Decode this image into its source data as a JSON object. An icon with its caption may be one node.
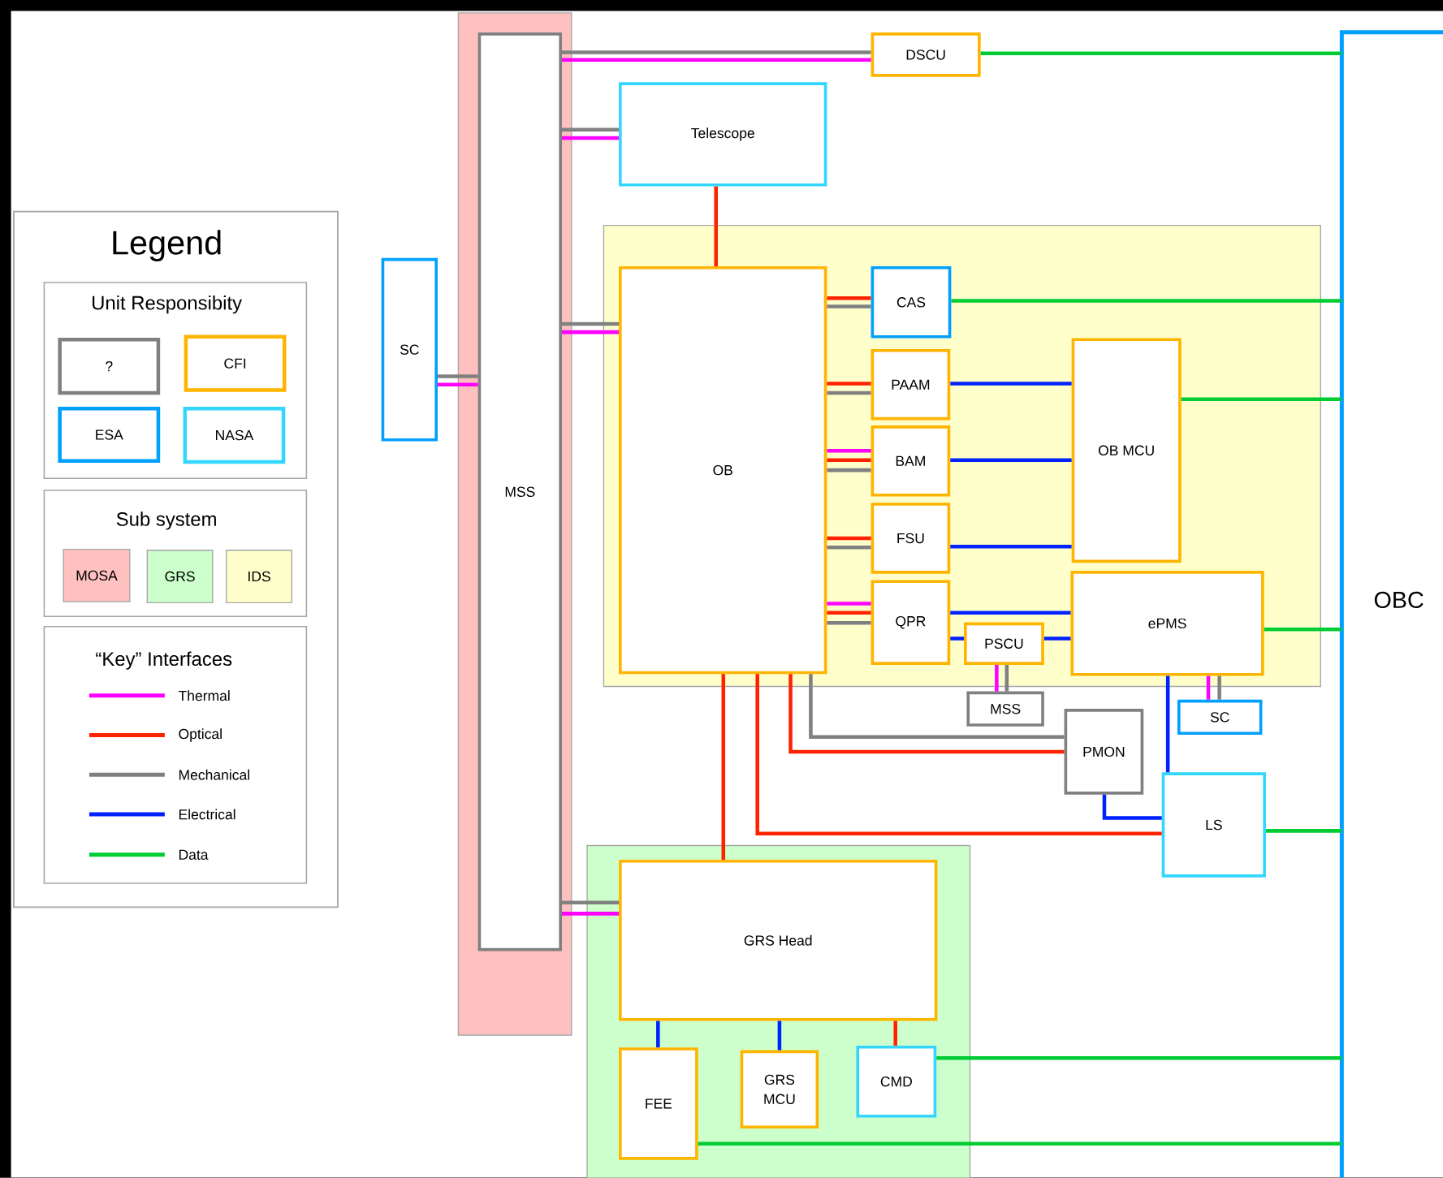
{
  "diagram": {
    "nodes": [
      {
        "text": [],
        "shape": "box"
      },
      {
        "text": [
          "MSS"
        ],
        "in": 0
      },
      {
        "text": [
          "SC"
        ]
      },
      {
        "text": [
          "DSCU"
        ]
      },
      {
        "text": [
          "Telescope"
        ]
      },
      {
        "text": [],
        "shape": "box"
      },
      {
        "text": [
          "OB"
        ],
        "in": 5
      },
      {
        "text": [
          "CAS"
        ],
        "in": 5
      },
      {
        "text": [
          "PAAM"
        ],
        "in": 5
      },
      {
        "text": [
          "BAM"
        ],
        "in": 5
      },
      {
        "text": [
          "FSU"
        ],
        "in": 5
      },
      {
        "text": [
          "OB MCU"
        ],
        "in": 5
      },
      {
        "text": [
          "QPR"
        ],
        "in": 5
      },
      {
        "text": [
          "PSCU"
        ],
        "in": 5
      },
      {
        "text": [
          "ePMS"
        ],
        "in": 5
      },
      {
        "text": [
          "MSS"
        ]
      },
      {
        "text": [
          "SC"
        ]
      },
      {
        "text": [
          "PMON"
        ]
      },
      {
        "text": [
          "LS"
        ]
      },
      {
        "text": [],
        "shape": "box"
      },
      {
        "text": [
          "GRS Head"
        ],
        "in": 19
      },
      {
        "text": [
          "FEE"
        ],
        "in": 19
      },
      {
        "text": [
          "GRS MCU"
        ],
        "in": 19
      },
      {
        "text": [
          "CMD"
        ],
        "in": 19
      },
      {
        "text": [
          "OBC"
        ]
      }
    ],
    "edges": [
      {
        "from": 1,
        "to": 3,
        "arrow": "none"
      },
      {
        "from": 1,
        "to": 3,
        "arrow": "none",
        "color": "#ff00ff"
      },
      {
        "from": 3,
        "to": 24,
        "arrow": "none",
        "color": "#00cc33"
      },
      {
        "from": 1,
        "to": 4,
        "arrow": "none"
      },
      {
        "from": 1,
        "to": 4,
        "arrow": "none",
        "color": "#ff00ff"
      },
      {
        "from": 1,
        "to": 2,
        "arrow": "none"
      },
      {
        "from": 1,
        "to": 2,
        "arrow": "none",
        "color": "#ff00ff"
      },
      {
        "from": 1,
        "to": 6,
        "arrow": "none"
      },
      {
        "from": 1,
        "to": 6,
        "arrow": "none",
        "color": "#ff00ff"
      },
      {
        "from": 1,
        "to": 20,
        "arrow": "none"
      },
      {
        "from": 1,
        "to": 20,
        "arrow": "none",
        "color": "#ff00ff"
      },
      {
        "from": 4,
        "to": 6,
        "arrow": "none",
        "color": "#ff2200"
      },
      {
        "from": 6,
        "to": 7,
        "arrow": "none",
        "color": "#ff2200"
      },
      {
        "from": 6,
        "to": 7,
        "arrow": "none"
      },
      {
        "from": 7,
        "to": 24,
        "arrow": "none",
        "color": "#00cc33"
      },
      {
        "from": 6,
        "to": 8,
        "arrow": "none",
        "color": "#ff2200"
      },
      {
        "from": 6,
        "to": 8,
        "arrow": "none"
      },
      {
        "from": 8,
        "to": 11,
        "arrow": "none",
        "color": "#0022ff"
      },
      {
        "from": 6,
        "to": 9,
        "arrow": "none",
        "color": "#ff00ff"
      },
      {
        "from": 6,
        "to": 9,
        "arrow": "none",
        "color": "#ff2200"
      },
      {
        "from": 6,
        "to": 9,
        "arrow": "none"
      },
      {
        "from": 9,
        "to": 11,
        "arrow": "none",
        "color": "#0022ff"
      },
      {
        "from": 6,
        "to": 10,
        "arrow": "none",
        "color": "#ff2200"
      },
      {
        "from": 6,
        "to": 10,
        "arrow": "none"
      },
      {
        "from": 10,
        "to": 11,
        "arrow": "none",
        "color": "#0022ff"
      },
      {
        "from": 11,
        "to": 24,
        "arrow": "none",
        "color": "#00cc33"
      },
      {
        "from": 6,
        "to": 12,
        "arrow": "none",
        "color": "#ff00ff"
      },
      {
        "from": 6,
        "to": 12,
        "arrow": "none",
        "color": "#ff2200"
      },
      {
        "from": 6,
        "to": 12,
        "arrow": "none"
      },
      {
        "from": 12,
        "to": 14,
        "arrow": "none",
        "color": "#0022ff"
      },
      {
        "from": 12,
        "to": 13,
        "arrow": "none",
        "color": "#0022ff"
      },
      {
        "from": 13,
        "to": 14,
        "arrow": "none",
        "color": "#0022ff"
      },
      {
        "from": 14,
        "to": 24,
        "arrow": "none",
        "color": "#00cc33"
      },
      {
        "from": 13,
        "to": 15,
        "arrow": "none",
        "color": "#ff00ff"
      },
      {
        "from": 13,
        "to": 15,
        "arrow": "none"
      },
      {
        "from": 14,
        "to": 16,
        "arrow": "none",
        "color": "#ff00ff"
      },
      {
        "from": 14,
        "to": 16,
        "arrow": "none"
      },
      {
        "from": 14,
        "to": 18,
        "arrow": "none",
        "color": "#0022ff"
      },
      {
        "from": 6,
        "to": 20,
        "arrow": "none",
        "color": "#ff2200"
      },
      {
        "from": 6,
        "to": 18,
        "arrow": "none",
        "color": "#ff2200"
      },
      {
        "from": 6,
        "to": 17,
        "arrow": "none",
        "color": "#ff2200"
      },
      {
        "from": 6,
        "to": 17,
        "arrow": "none"
      },
      {
        "from": 17,
        "to": 18,
        "arrow": "none",
        "color": "#0022ff"
      },
      {
        "from": 18,
        "to": 24,
        "arrow": "none",
        "color": "#00cc33"
      },
      {
        "from": 20,
        "to": 21,
        "arrow": "none",
        "color": "#0022ff"
      },
      {
        "from": 20,
        "to": 22,
        "arrow": "none",
        "color": "#0022ff"
      },
      {
        "from": 20,
        "to": 23,
        "arrow": "none",
        "color": "#ff2200"
      },
      {
        "from": 23,
        "to": 24,
        "arrow": "none",
        "color": "#00cc33"
      },
      {
        "from": 21,
        "to": 24,
        "arrow": "none",
        "color": "#00cc33"
      }
    ],
    "labels": [
      "Legend",
      "Unit Responsibity",
      "Sub system",
      "“Key” Interfaces"
    ],
    "legend": [
      {
        "text": "?",
        "color": "#808080"
      },
      {
        "text": "CFI",
        "color": "#ffb400"
      },
      {
        "text": "ESA",
        "color": "#00a0ff"
      },
      {
        "text": "NASA",
        "color": "#33d6ff"
      },
      {
        "text": "MOSA",
        "color": "#ffc0c0"
      },
      {
        "text": "GRS",
        "color": "#ccffcc"
      },
      {
        "text": "IDS",
        "color": "#ffffcc"
      },
      {
        "text": "Thermal",
        "color": "#ff00ff"
      },
      {
        "text": "Optical",
        "color": "#ff2200"
      },
      {
        "text": "Mechanical",
        "color": "#808080"
      },
      {
        "text": "Electrical",
        "color": "#0022ff"
      },
      {
        "text": "Data",
        "color": "#00cc33"
      }
    ]
  }
}
